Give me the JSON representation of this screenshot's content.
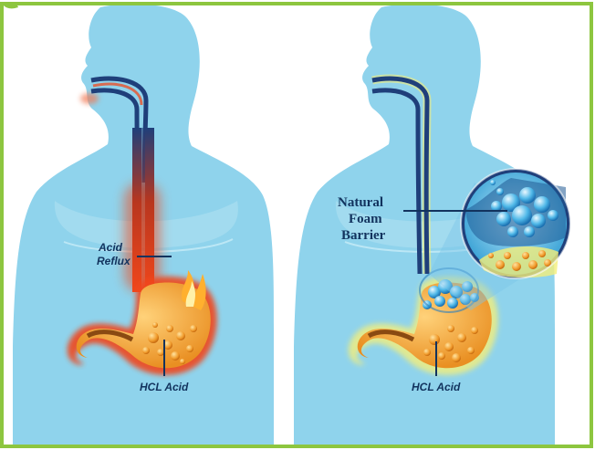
{
  "left_panel": {
    "reflux_label_line1": "Acid",
    "reflux_label_line2": "Reflux",
    "acid_label": "HCL Acid"
  },
  "right_panel": {
    "barrier_label_line1": "Natural",
    "barrier_label_line2": "Foam",
    "barrier_label_line3": "Barrier",
    "acid_label": "HCL Acid"
  },
  "colors": {
    "border": "#8dc63f",
    "body": "#8fd3ec",
    "esophagus": "#1f3f7a",
    "acid_fire": "#e8512a",
    "stomach_fluid": "#f0a53a",
    "foam_blue": "#3aa7df",
    "label_text": "#12335e"
  }
}
